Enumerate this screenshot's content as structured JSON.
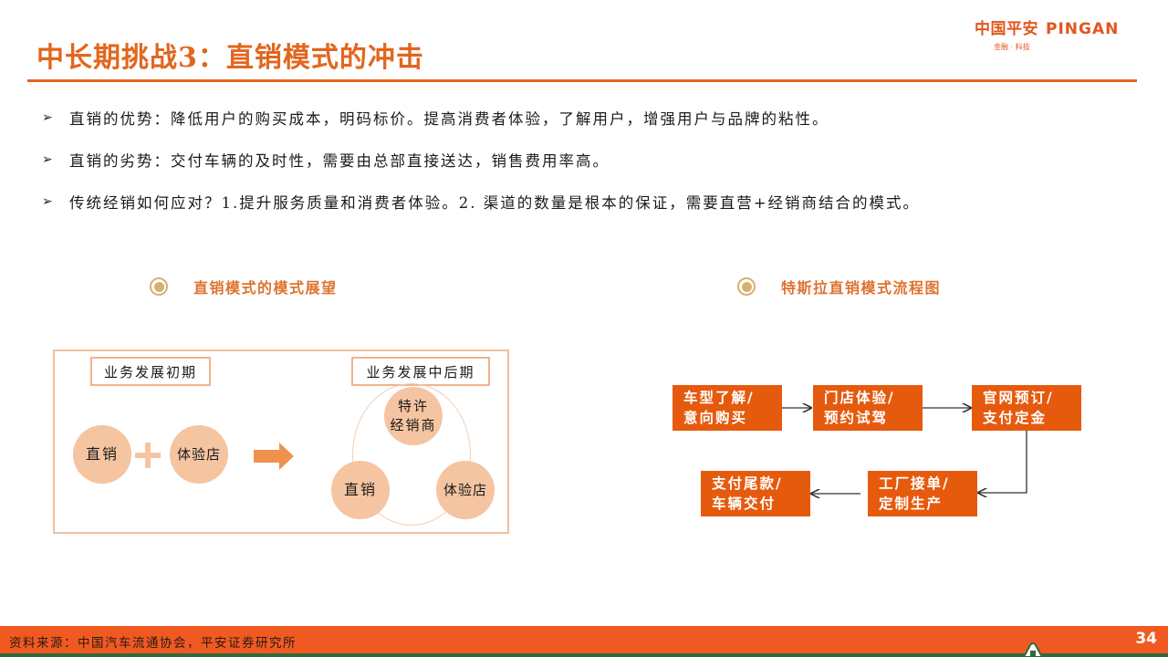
{
  "header": {
    "title": "中长期挑战3：直销模式的冲击",
    "logo": {
      "cn": "中国平安",
      "en": "PINGAN",
      "tagline": "金融 · 科技"
    },
    "accent_color": "#e2661e"
  },
  "bullets": [
    {
      "marker": "➢",
      "text": "直销的优势：降低用户的购买成本，明码标价。提高消费者体验，了解用户，增强用户与品牌的粘性。"
    },
    {
      "marker": "➢",
      "text": "直销的劣势：交付车辆的及时性，需要由总部直接送达，销售费用率高。"
    },
    {
      "marker": "➢",
      "text": "传统经销如何应对？1.提升服务质量和消费者体验。2.  渠道的数量是根本的保证，需要直营+经销商结合的模式。"
    }
  ],
  "left_panel": {
    "heading": "直销模式的模式展望",
    "early_stage": {
      "label": "业务发展初期",
      "circles": [
        "直销",
        "体验店"
      ]
    },
    "later_stage": {
      "label": "业务发展中后期",
      "circles": {
        "top": "特许\n经销商",
        "top_line1": "特许",
        "top_line2": "经销商",
        "left": "直销",
        "right": "体验店"
      }
    }
  },
  "right_panel": {
    "heading": "特斯拉直销模式流程图",
    "steps": [
      {
        "line1": "车型了解/",
        "line2": "意向购买"
      },
      {
        "line1": "门店体验/",
        "line2": "预约试驾"
      },
      {
        "line1": "官网预订/",
        "line2": "支付定金"
      },
      {
        "line1": "工厂接单/",
        "line2": "定制生产"
      },
      {
        "line1": "支付尾款/",
        "line2": "车辆交付"
      }
    ],
    "box_color": "#e65a0e"
  },
  "footer": {
    "source": "资料来源：中国汽车流通协会，平安证券研究所",
    "page_number": "34",
    "bar_color": "#f05a22"
  }
}
